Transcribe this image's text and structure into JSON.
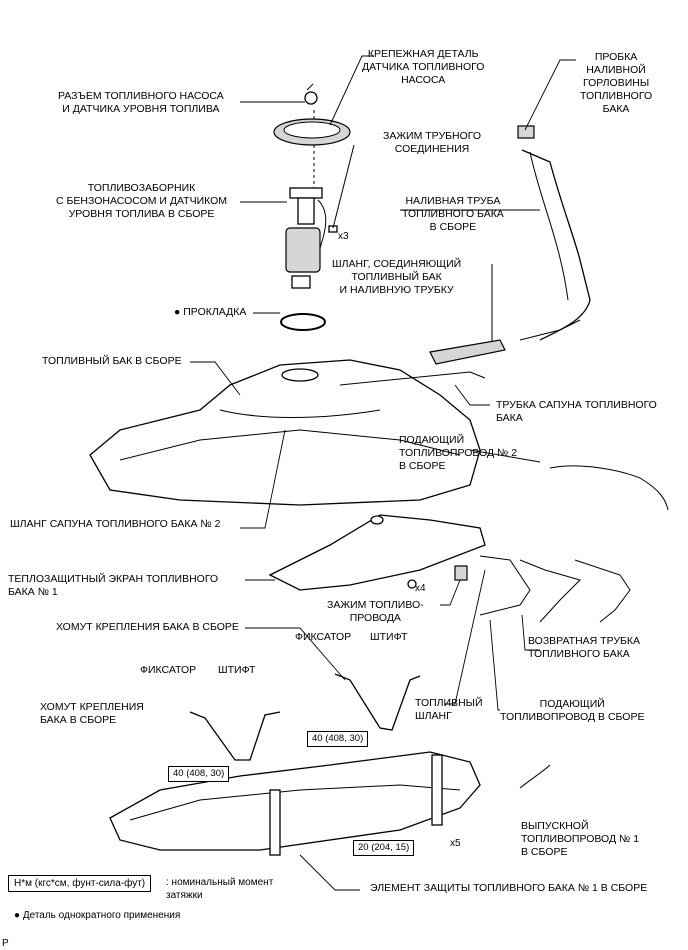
{
  "labels": {
    "pump_bracket": "КРЕПЕЖНАЯ ДЕТАЛЬ\nДАТЧИКА ТОПЛИВНОГО\nНАСОСА",
    "filler_cap": "ПРОБКА\nНАЛИВНОЙ\nГОРЛОВИНЫ\nТОПЛИВНОГО\nБАКА",
    "pump_connector": "РАЗЪЕМ ТОПЛИВНОГО НАСОСА\nИ ДАТЧИКА УРОВНЯ ТОПЛИВА",
    "tube_clamp": "ЗАЖИМ ТРУБНОГО\nСОЕДИНЕНИЯ",
    "suction_assy": "ТОПЛИВОЗАБОРНИК\nС БЕНЗОНАСОСОМ И ДАТЧИКОМ\nУРОВНЯ ТОПЛИВА В СБОРЕ",
    "filler_pipe": "НАЛИВНАЯ ТРУБА\nТОПЛИВНОГО БАКА\nВ СБОРЕ",
    "filler_hose": "ШЛАНГ, СОЕДИНЯЮЩИЙ\nТОПЛИВНЫЙ БАК\nИ НАЛИВНУЮ ТРУБКУ",
    "gasket": "● ПРОКЛАДКА",
    "tank_assy": "ТОПЛИВНЫЙ БАК В СБОРЕ",
    "breather_tube": "ТРУБКА САПУНА ТОПЛИВНОГО\nБАКА",
    "feed_pipe_2": "ПОДАЮЩИЙ\nТОПЛИВОПРОВОД № 2\nВ СБОРЕ",
    "breather_hose_2": "ШЛАНГ САПУНА ТОПЛИВНОГО БАКА № 2",
    "heat_shield": "ТЕПЛОЗАЩИТНЫЙ ЭКРАН ТОПЛИВНОГО\nБАКА № 1",
    "fuel_clamp": "ЗАЖИМ ТОПЛИВО-\nПРОВОДА",
    "band_assy_top": "ХОМУТ КРЕПЛЕНИЯ БАКА В СБОРЕ",
    "retainer_1": "ФИКСАТОР",
    "pin_1": "ШТИФТ",
    "retainer_2": "ФИКСАТОР",
    "pin_2": "ШТИФТ",
    "band_assy_left": "ХОМУТ КРЕПЛЕНИЯ\nБАКА В СБОРЕ",
    "return_tube": "ВОЗВРАТНАЯ ТРУБКА\nТОПЛИВНОГО БАКА",
    "fuel_hose": "ТОПЛИВНЫЙ\nШЛАНГ",
    "feed_pipe": "ПОДАЮЩИЙ\nТОПЛИВОПРОВОД В СБОРЕ",
    "outlet_pipe_1": "ВЫПУСКНОЙ\nТОПЛИВОПРОВОД № 1\nВ СБОРЕ",
    "protector_1": "ЭЛЕМЕНТ ЗАЩИТЫ ТОПЛИВНОГО БАКА № 1 В СБОРЕ"
  },
  "quantities": {
    "clamp_x3": "x3",
    "clamp_x4": "x4",
    "bolt_x5": "x5"
  },
  "torques": {
    "left": "40 (408, 30)",
    "middle": "40 (408, 30)",
    "bottom": "20 (204, 15)"
  },
  "legend": {
    "unit": "Н*м (кгс*см, фунт-сила-фут)",
    "unit_desc": ": номинальный момент\nзатяжки",
    "one_time": "● Деталь однократного применения"
  },
  "footer": {
    "code": "P"
  }
}
